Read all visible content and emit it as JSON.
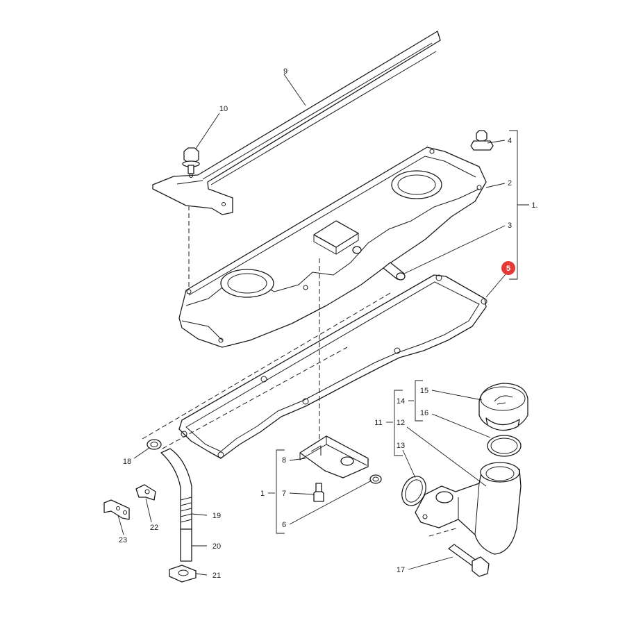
{
  "callouts": {
    "c1_top": "1.",
    "c1_bottom": "1",
    "c2": "2",
    "c3": "3",
    "c4": "4",
    "c5": "5",
    "c6": "6",
    "c7": "7",
    "c8": "8",
    "c9": "9",
    "c10": "10",
    "c11": "11",
    "c12": "12",
    "c13": "13",
    "c14": "14",
    "c15": "15",
    "c16": "16",
    "c17": "17",
    "c18": "18",
    "c19": "19",
    "c20": "20",
    "c21": "21",
    "c22": "22",
    "c23": "23"
  },
  "highlight": {
    "item": "5",
    "color": "#e53935"
  }
}
